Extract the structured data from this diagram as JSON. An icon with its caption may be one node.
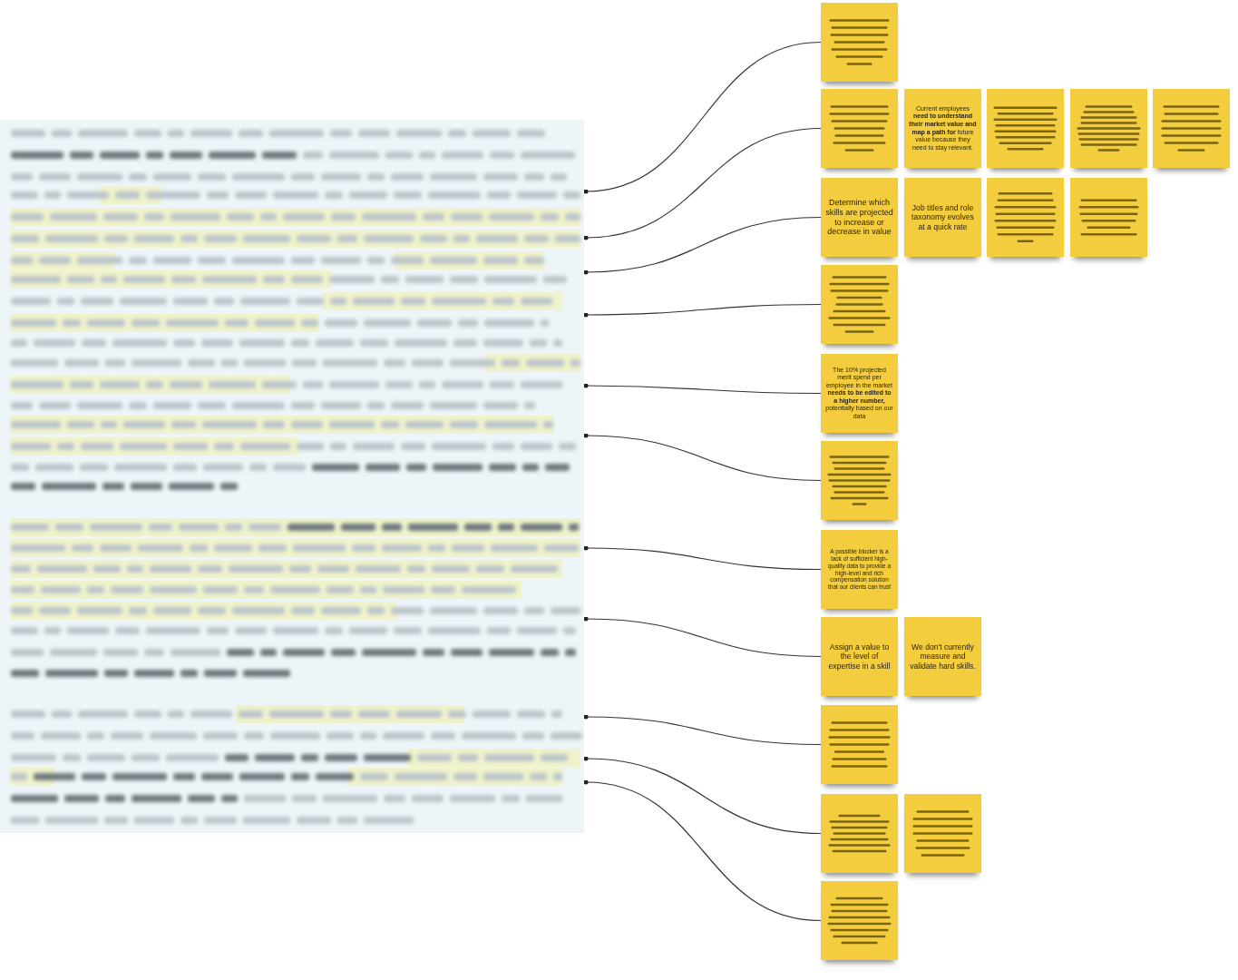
{
  "diagram": {
    "nodes": [
      {
        "text": [],
        "shape": "box"
      },
      {
        "text": [],
        "shape": "box"
      },
      {
        "text": [],
        "shape": "box"
      },
      {
        "text": [
          "Current employees **need to understand their market value and map a path for** future value because they need to stay relevant."
        ]
      },
      {
        "text": [],
        "shape": "box"
      },
      {
        "text": [],
        "shape": "box"
      },
      {
        "text": [],
        "shape": "box"
      },
      {
        "text": [
          "Determine which skills are projected to increase or decrease in value"
        ]
      },
      {
        "text": [
          "Job titles and role taxonomy evolves at a quick rate"
        ]
      },
      {
        "text": [],
        "shape": "box"
      },
      {
        "text": [],
        "shape": "box"
      },
      {
        "text": [],
        "shape": "box"
      },
      {
        "text": [
          "The 10% projected merit spend per employee in the market **needs to be edited to a higher number,** potentially based on our data"
        ]
      },
      {
        "text": [],
        "shape": "box"
      },
      {
        "text": [
          "A possible blocker is a lack of sufficient high-quality data to provide a high-level and rich compensation solution that our clients can trust"
        ]
      },
      {
        "text": [
          "Assign a value to the level of expertise in a skill"
        ]
      },
      {
        "text": [
          "We don't currently measure and validate hard skills."
        ]
      },
      {
        "text": [],
        "shape": "box"
      },
      {
        "text": [],
        "shape": "box"
      },
      {
        "text": [],
        "shape": "box"
      },
      {
        "text": [],
        "shape": "box"
      }
    ],
    "edges": [
      {
        "from": 0,
        "to": 1,
        "arrow": "other"
      },
      {
        "from": 0,
        "to": 2,
        "arrow": "other"
      },
      {
        "from": 0,
        "to": 7,
        "arrow": "other"
      },
      {
        "from": 0,
        "to": 11,
        "arrow": "other"
      },
      {
        "from": 0,
        "to": 12,
        "arrow": "other"
      },
      {
        "from": 0,
        "to": 13,
        "arrow": "other"
      },
      {
        "from": 0,
        "to": 14,
        "arrow": "other"
      },
      {
        "from": 0,
        "to": 15,
        "arrow": "other"
      },
      {
        "from": 0,
        "to": 17,
        "arrow": "other"
      },
      {
        "from": 0,
        "to": 18,
        "arrow": "other"
      },
      {
        "from": 0,
        "to": 20,
        "arrow": "other"
      }
    ]
  }
}
